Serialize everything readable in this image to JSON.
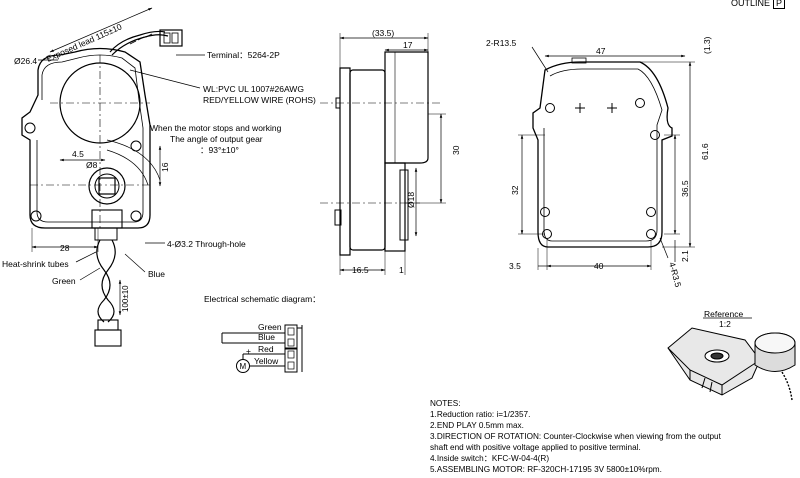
{
  "header": {
    "outline": "OUTLINE",
    "outline_box": "P"
  },
  "front_view": {
    "exposed_lead": "Exposed lead 115±10",
    "terminal": "Terminal：5264-2P",
    "wire_line1": "WL:PVC UL 1007#26AWG",
    "wire_line2": "RED/YELLOW WIRE (ROHS)",
    "dia_body": "Ø26.4",
    "stop_line1": "When the motor stops and working",
    "stop_line2": "The angle of output gear",
    "stop_line3": "：93°±10°",
    "dim_45": "4.5",
    "dia_8": "Ø8",
    "dim_16": "16",
    "dim_28": "28",
    "holes": "4-Ø3.2 Through-hole",
    "heat_shrink": "Heat-shrink tubes",
    "green": "Green",
    "blue": "Blue",
    "lead_len": "100±10"
  },
  "side_view": {
    "dim_335": "(33.5)",
    "dim_17": "17",
    "dim_30": "30",
    "dia_18": "Ø18",
    "dim_165": "16.5",
    "dim_1": "1"
  },
  "back_view": {
    "radius": "2-R13.5",
    "dim_47": "47",
    "dim_13": "(1.3)",
    "dim_616": "61.6",
    "dim_32": "32",
    "dim_365": "36.5",
    "dim_21": "2.1",
    "dim_35": "3.5",
    "dim_40": "40",
    "r35": "4-R3.5"
  },
  "schematic": {
    "title": "Electrical schematic diagram：",
    "green": "Green",
    "blue": "Blue",
    "plus": "+",
    "red": "Red",
    "yellow": "Yellow",
    "motor": "M"
  },
  "reference": {
    "label": "Reference",
    "scale": "1:2"
  },
  "notes": {
    "heading": "NOTES:",
    "items": [
      "1.Reduction ratio: i=1/2357.",
      "2.END PLAY 0.5mm max.",
      "3.DIRECTION OF ROTATION: Counter-Clockwise when viewing from the output",
      "shaft end with positive voltage applied to positive terminal.",
      "4.Inside switch：KFC-W-04-4(R)",
      "5.ASSEMBLING MOTOR:   RF-320CH-17195  3V   5800±10%rpm."
    ]
  }
}
